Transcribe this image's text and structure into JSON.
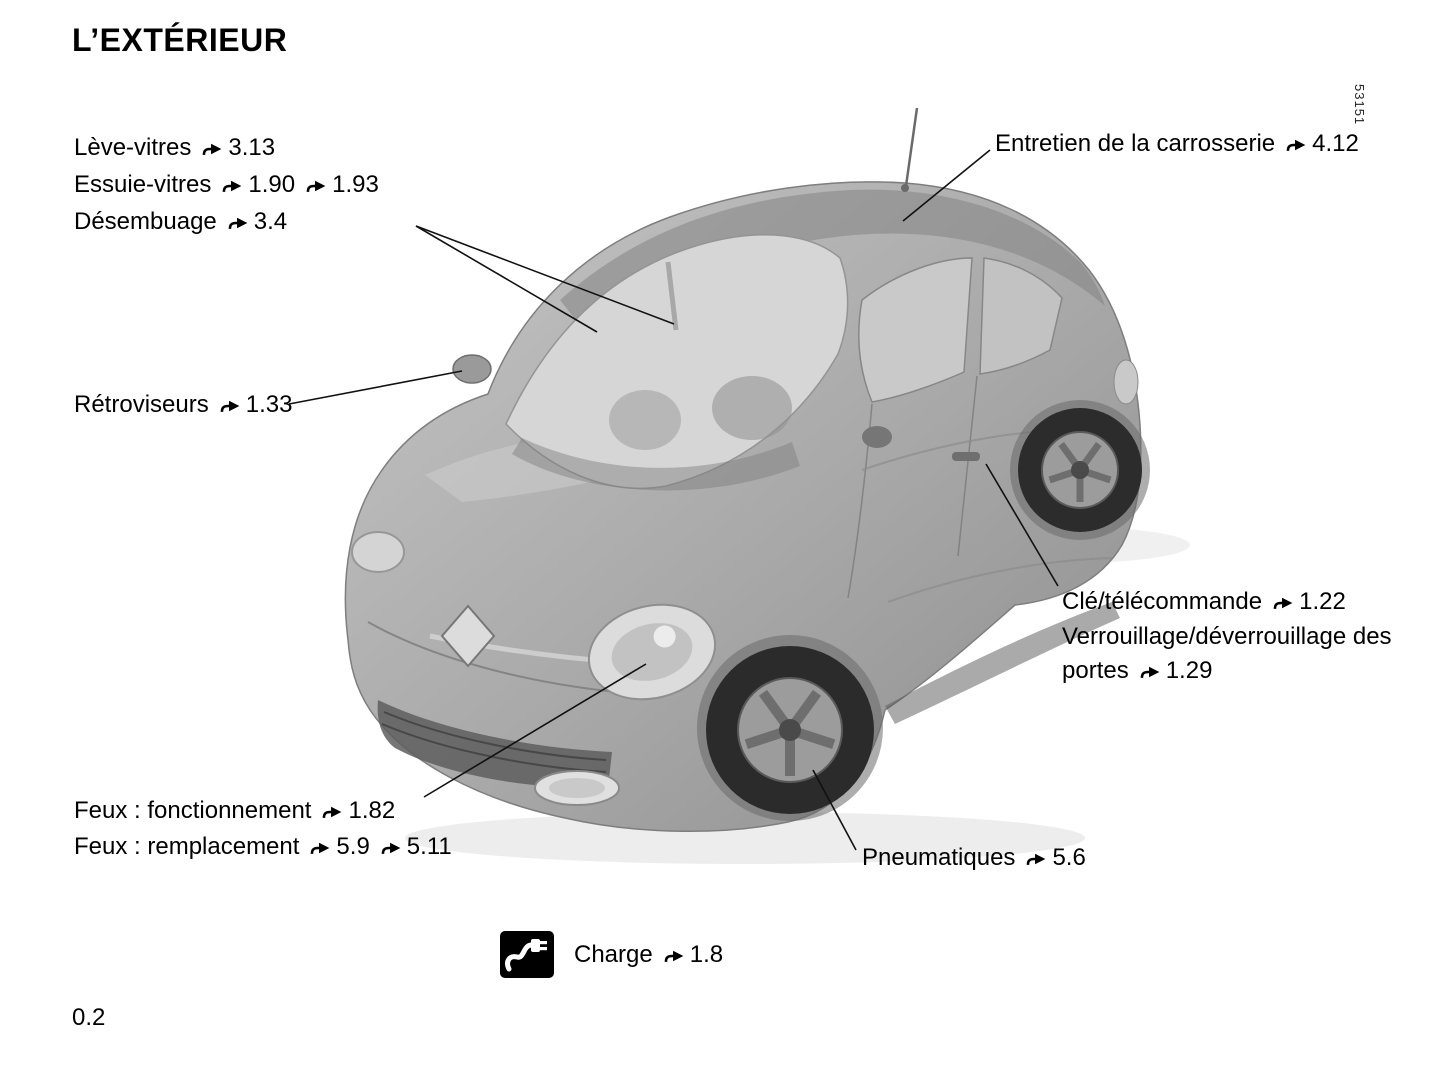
{
  "page": {
    "title": "L’EXTÉRIEUR",
    "page_number": "0.2",
    "figure_code": "53151"
  },
  "icons": {
    "ref_arrow": "curved-right-arrow",
    "charge_plug": "charging-plug"
  },
  "callouts": {
    "leve_vitres": {
      "text": "Lève-vitres",
      "refs": [
        "3.13"
      ]
    },
    "essuie_vitres": {
      "text": "Essuie-vitres",
      "refs": [
        "1.90",
        "1.93"
      ]
    },
    "desembuage": {
      "text": "Désembuage",
      "refs": [
        "3.4"
      ]
    },
    "retroviseurs": {
      "text": "Rétroviseurs",
      "refs": [
        "1.33"
      ]
    },
    "entretien": {
      "text": "Entretien de la carrosserie",
      "refs": [
        "4.12"
      ]
    },
    "cle_telecommande": {
      "text": "Clé/télécommande",
      "refs": [
        "1.22"
      ]
    },
    "verrouillage": {
      "text": "Verrouillage/déverrouillage des portes",
      "refs": [
        "1.29"
      ]
    },
    "feux_fonctionnement": {
      "text": "Feux : fonctionnement",
      "refs": [
        "1.82"
      ]
    },
    "feux_remplacement": {
      "text": "Feux : remplacement",
      "refs": [
        "5.9",
        "5.11"
      ]
    },
    "pneumatiques": {
      "text": "Pneumatiques",
      "refs": [
        "5.6"
      ]
    },
    "charge": {
      "text": "Charge",
      "refs": [
        "1.8"
      ]
    }
  }
}
